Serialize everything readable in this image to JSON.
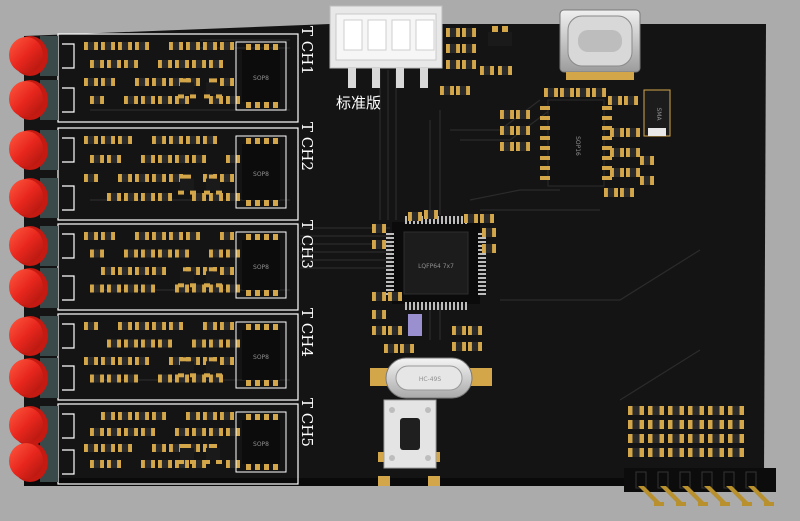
{
  "board": {
    "variant_label": "标准版",
    "channels": [
      {
        "label": "T CH1",
        "ic": "SOP8"
      },
      {
        "label": "T CH2",
        "ic": "SOP8"
      },
      {
        "label": "T CH3",
        "ic": "SOP8"
      },
      {
        "label": "T CH4",
        "ic": "SOP8"
      },
      {
        "label": "T CH5",
        "ic": "SOP8"
      }
    ],
    "mcu_marking": "LQFP64 7x7",
    "crystal_marking": "HC-49S",
    "usb_ic_marking": "SOP16",
    "regulator_marking": "SMA"
  },
  "colors": {
    "background": "#ababab",
    "board": "#141414",
    "silkscreen": "#ffffff",
    "pad_gold": "#d3a64a",
    "led_red": "#e8271e",
    "header_pin": "#b8902e"
  }
}
